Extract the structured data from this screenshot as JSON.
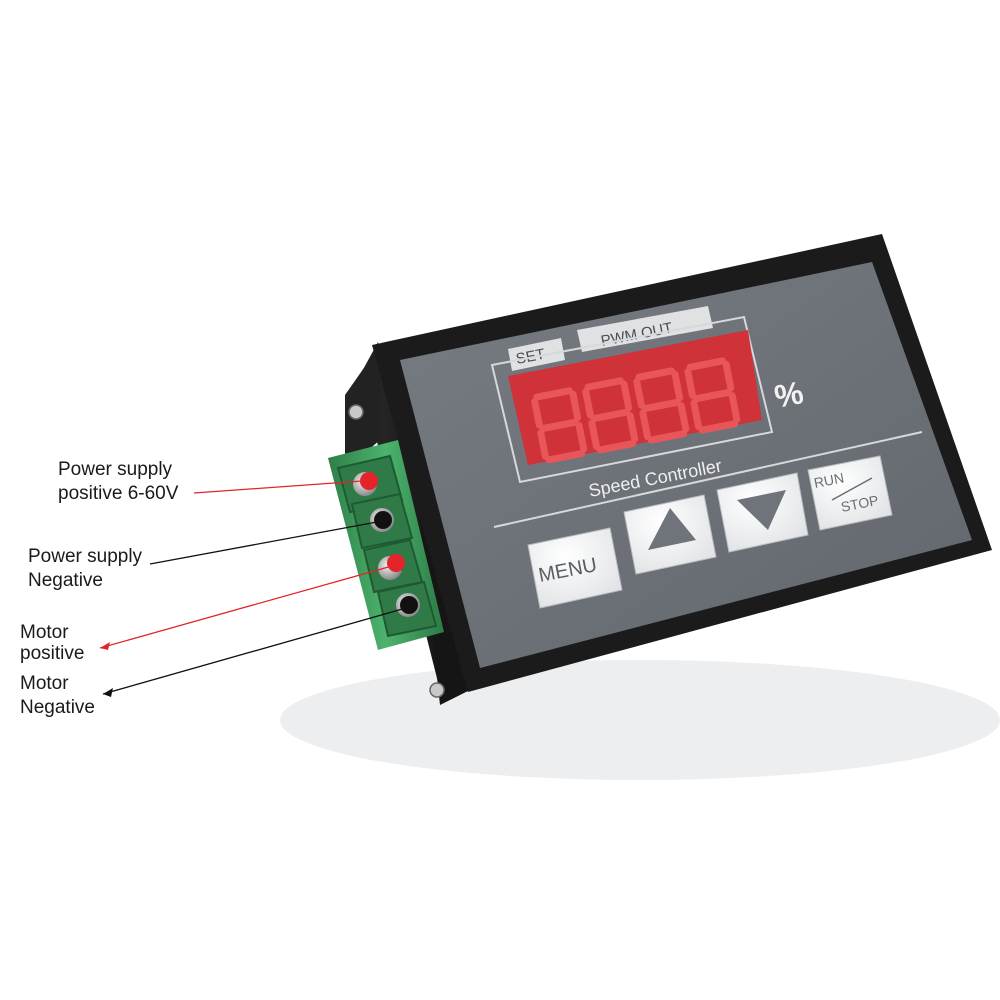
{
  "device": {
    "set_tab": "SET",
    "pwm_tab": "PWM OUT",
    "percent_sign": "%",
    "display_digits": "8888",
    "panel_title": "Speed Controller",
    "buttons": {
      "menu": "MENU",
      "up": "up-arrow",
      "down": "down-arrow",
      "run": "RUN",
      "stop": "STOP"
    }
  },
  "labels": {
    "power_positive": [
      "Power supply",
      "positive 6-60V"
    ],
    "power_negative": [
      "Power supply",
      "Negative"
    ],
    "motor_positive": [
      "Motor",
      "positive"
    ],
    "motor_negative": [
      "Motor",
      "Negative"
    ]
  },
  "colors": {
    "housing": "#1f1f1f",
    "faceplate": "#6f747a",
    "display_bg": "#d8343a",
    "terminal_green": "#3f9e5e",
    "marker_red": "#e3242b",
    "marker_black": "#111111"
  }
}
